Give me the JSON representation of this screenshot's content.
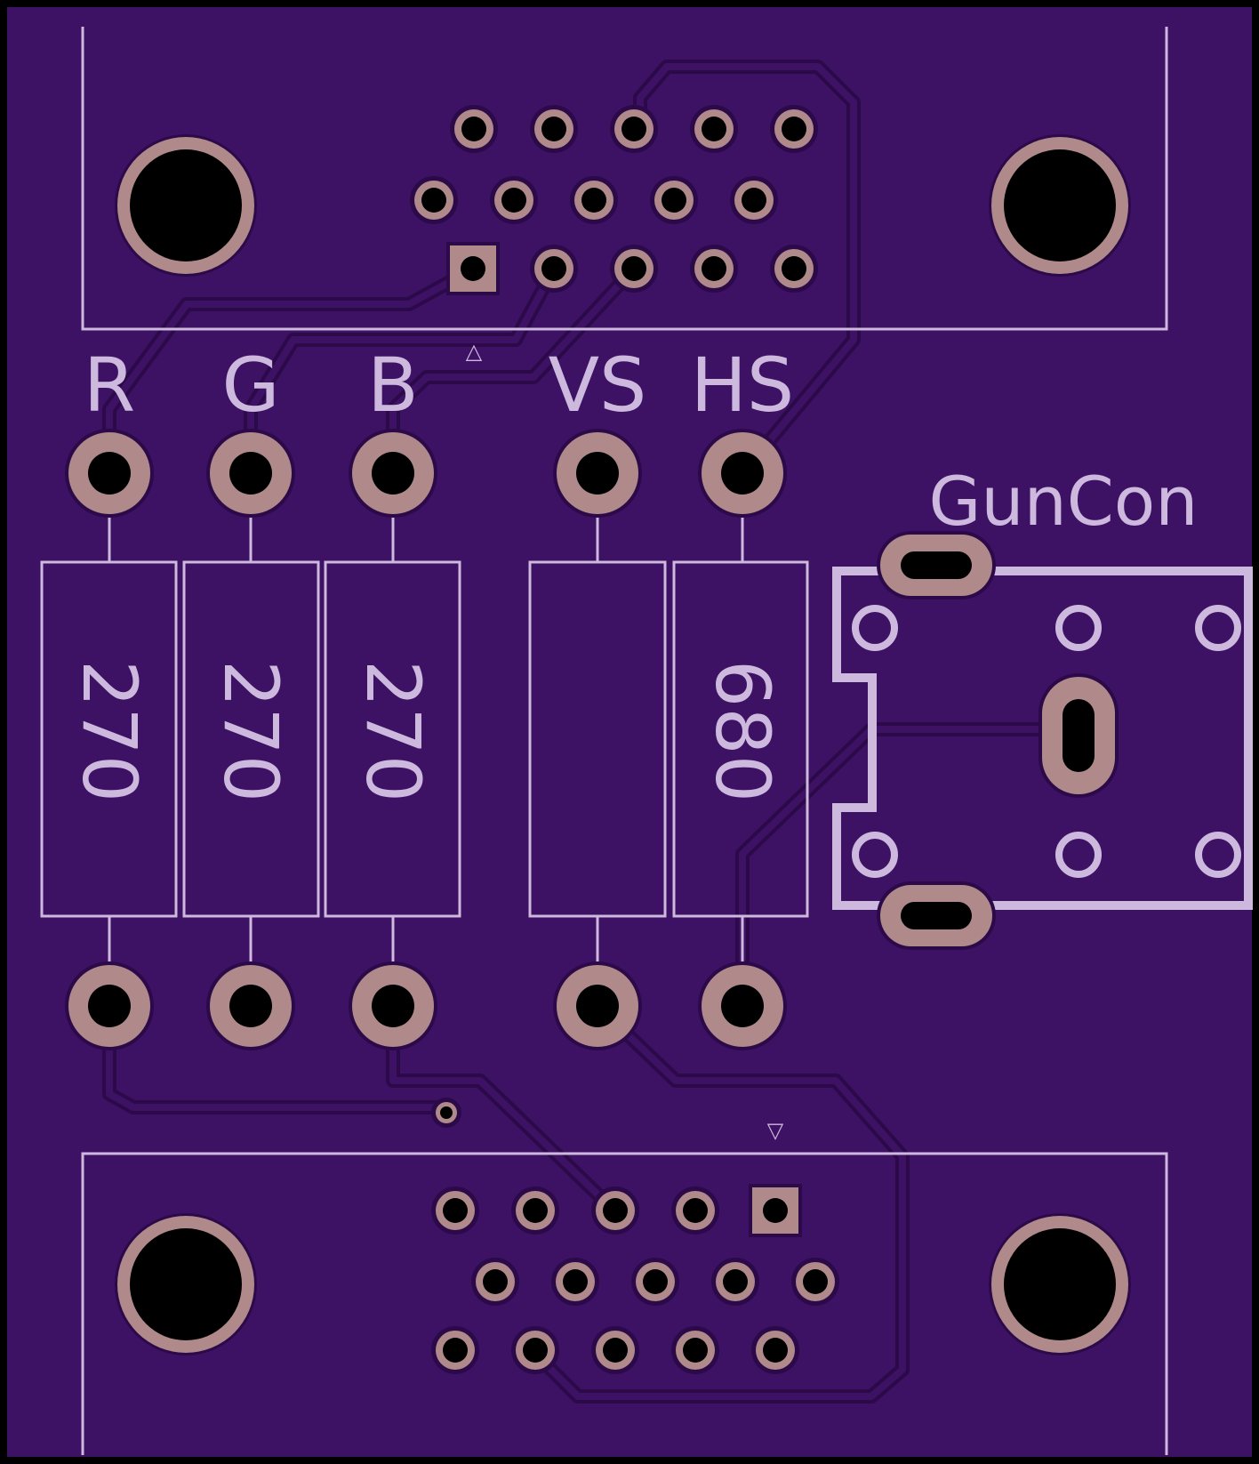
{
  "board": {
    "colors": {
      "substrate": "#3D1163",
      "trace": "#3D1163",
      "trace_outline": "#2C0A4A",
      "copper": "#B08A8A",
      "hole": "#000000",
      "silkscreen": "#CDB8DE",
      "border": "#000000"
    }
  },
  "labels": {
    "r": "R",
    "g": "G",
    "b": "B",
    "vs": "VS",
    "hs": "HS",
    "guncon": "GunCon",
    "r_value": "270",
    "g_value": "270",
    "b_value": "270",
    "vs_value": "",
    "hs_value": "680",
    "top_pin1_marker": "△",
    "bottom_pin1_marker": "▽"
  }
}
